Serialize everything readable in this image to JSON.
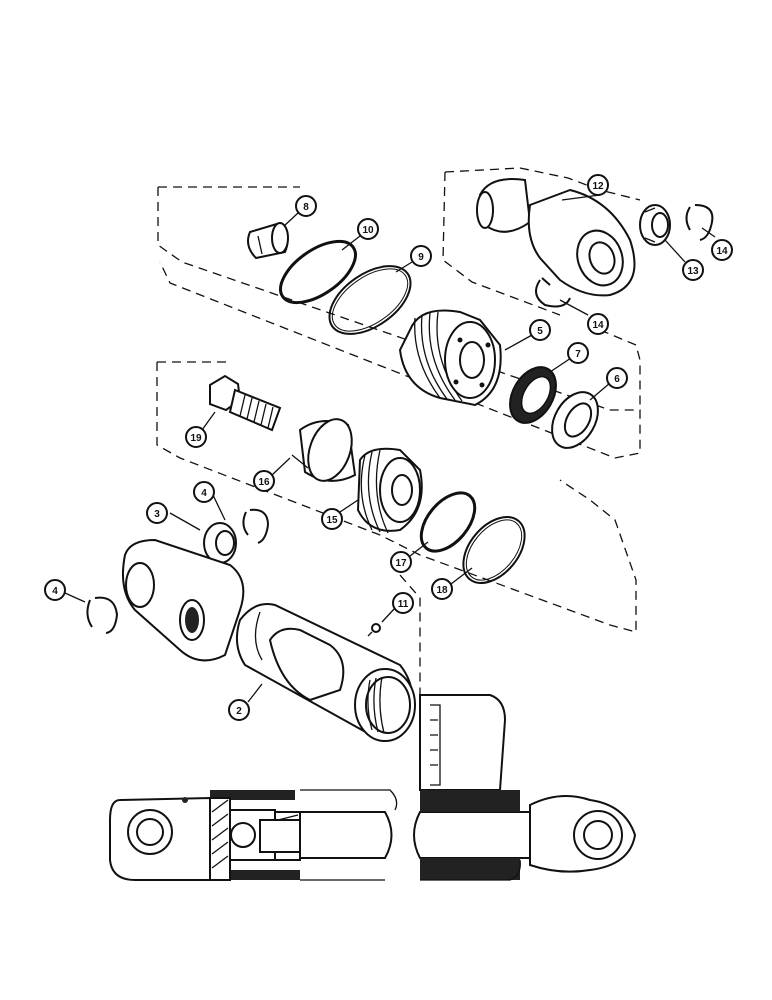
{
  "callouts": [
    {
      "id": "c2",
      "label": "2"
    },
    {
      "id": "c3",
      "label": "3"
    },
    {
      "id": "c4a",
      "label": "4"
    },
    {
      "id": "c4b",
      "label": "4"
    },
    {
      "id": "c5",
      "label": "5"
    },
    {
      "id": "c6",
      "label": "6"
    },
    {
      "id": "c7",
      "label": "7"
    },
    {
      "id": "c8",
      "label": "8"
    },
    {
      "id": "c9",
      "label": "9"
    },
    {
      "id": "c10",
      "label": "10"
    },
    {
      "id": "c11",
      "label": "11"
    },
    {
      "id": "c12",
      "label": "12"
    },
    {
      "id": "c13",
      "label": "13"
    },
    {
      "id": "c14a",
      "label": "14"
    },
    {
      "id": "c14b",
      "label": "14"
    },
    {
      "id": "c15",
      "label": "15"
    },
    {
      "id": "c16",
      "label": "16"
    },
    {
      "id": "c17",
      "label": "17"
    },
    {
      "id": "c18",
      "label": "18"
    },
    {
      "id": "c19",
      "label": "19"
    }
  ]
}
